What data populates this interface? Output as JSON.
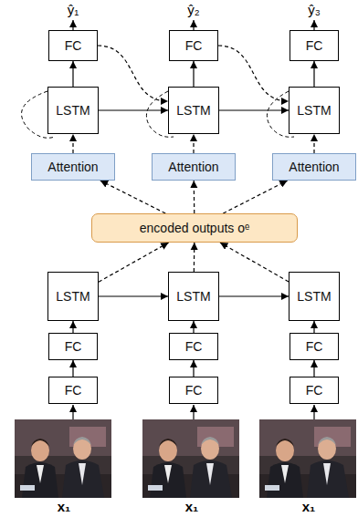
{
  "diagram": {
    "nodes": [
      {
        "text": [
          "FC"
        ]
      },
      {
        "text": [
          "FC"
        ]
      },
      {
        "text": [
          "FC"
        ]
      },
      {
        "text": [
          "LSTM"
        ]
      },
      {
        "text": [
          "LSTM"
        ]
      },
      {
        "text": [
          "LSTM"
        ]
      },
      {
        "text": [
          "Attention"
        ]
      },
      {
        "text": [
          "Attention"
        ]
      },
      {
        "text": [
          "Attention"
        ]
      },
      {
        "text": [
          "encoded outputs oᵉ"
        ]
      },
      {
        "text": [
          "LSTM"
        ]
      },
      {
        "text": [
          "LSTM"
        ]
      },
      {
        "text": [
          "LSTM"
        ]
      },
      {
        "text": [
          "FC"
        ]
      },
      {
        "text": [
          "FC"
        ]
      },
      {
        "text": [
          "FC"
        ]
      },
      {
        "text": [
          "FC"
        ]
      },
      {
        "text": [
          "FC"
        ]
      },
      {
        "text": [
          "FC"
        ]
      }
    ],
    "edges": [
      {
        "from": 16,
        "to": 13,
        "arrow": "to"
      },
      {
        "from": 17,
        "to": 14,
        "arrow": "to"
      },
      {
        "from": 18,
        "to": 15,
        "arrow": "to"
      },
      {
        "from": 13,
        "to": 10,
        "arrow": "to"
      },
      {
        "from": 14,
        "to": 11,
        "arrow": "to"
      },
      {
        "from": 15,
        "to": 12,
        "arrow": "to"
      },
      {
        "from": 10,
        "to": 11,
        "arrow": "to"
      },
      {
        "from": 11,
        "to": 12,
        "arrow": "to"
      },
      {
        "from": 10,
        "to": 9,
        "arrow": "to"
      },
      {
        "from": 11,
        "to": 9,
        "arrow": "to"
      },
      {
        "from": 12,
        "to": 9,
        "arrow": "to"
      },
      {
        "from": 9,
        "to": 6,
        "arrow": "to"
      },
      {
        "from": 9,
        "to": 7,
        "arrow": "to"
      },
      {
        "from": 9,
        "to": 8,
        "arrow": "to"
      },
      {
        "from": 6,
        "to": 3,
        "arrow": "to"
      },
      {
        "from": 7,
        "to": 4,
        "arrow": "to"
      },
      {
        "from": 8,
        "to": 5,
        "arrow": "to"
      },
      {
        "from": 3,
        "to": 4,
        "arrow": "to"
      },
      {
        "from": 4,
        "to": 5,
        "arrow": "to"
      },
      {
        "from": 3,
        "to": 0,
        "arrow": "to"
      },
      {
        "from": 4,
        "to": 1,
        "arrow": "to"
      },
      {
        "from": 5,
        "to": 2,
        "arrow": "to"
      },
      {
        "from": 0,
        "to": 4,
        "arrow": "to"
      },
      {
        "from": 1,
        "to": 5,
        "arrow": "to"
      }
    ],
    "labels": [
      "ŷ₁",
      "ŷ₂",
      "ŷ₃",
      "x₁",
      "x₁",
      "x₁"
    ]
  }
}
